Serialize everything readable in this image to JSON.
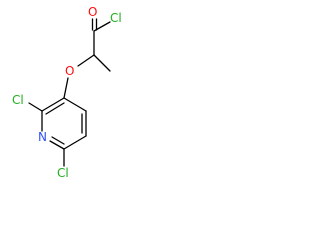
{
  "atoms": {
    "acyl_chloride_o": {
      "label": "O",
      "color": "#ff0d0d"
    },
    "acyl_chloride_cl": {
      "label": "Cl",
      "color": "#1fb01f"
    },
    "ether_o": {
      "label": "O",
      "color": "#ff0d0d"
    },
    "ring_cl_2": {
      "label": "Cl",
      "color": "#1fb01f"
    },
    "ring_n": {
      "label": "N",
      "color": "#3050f8"
    },
    "ring_cl_6": {
      "label": "Cl",
      "color": "#1fb01f"
    }
  }
}
